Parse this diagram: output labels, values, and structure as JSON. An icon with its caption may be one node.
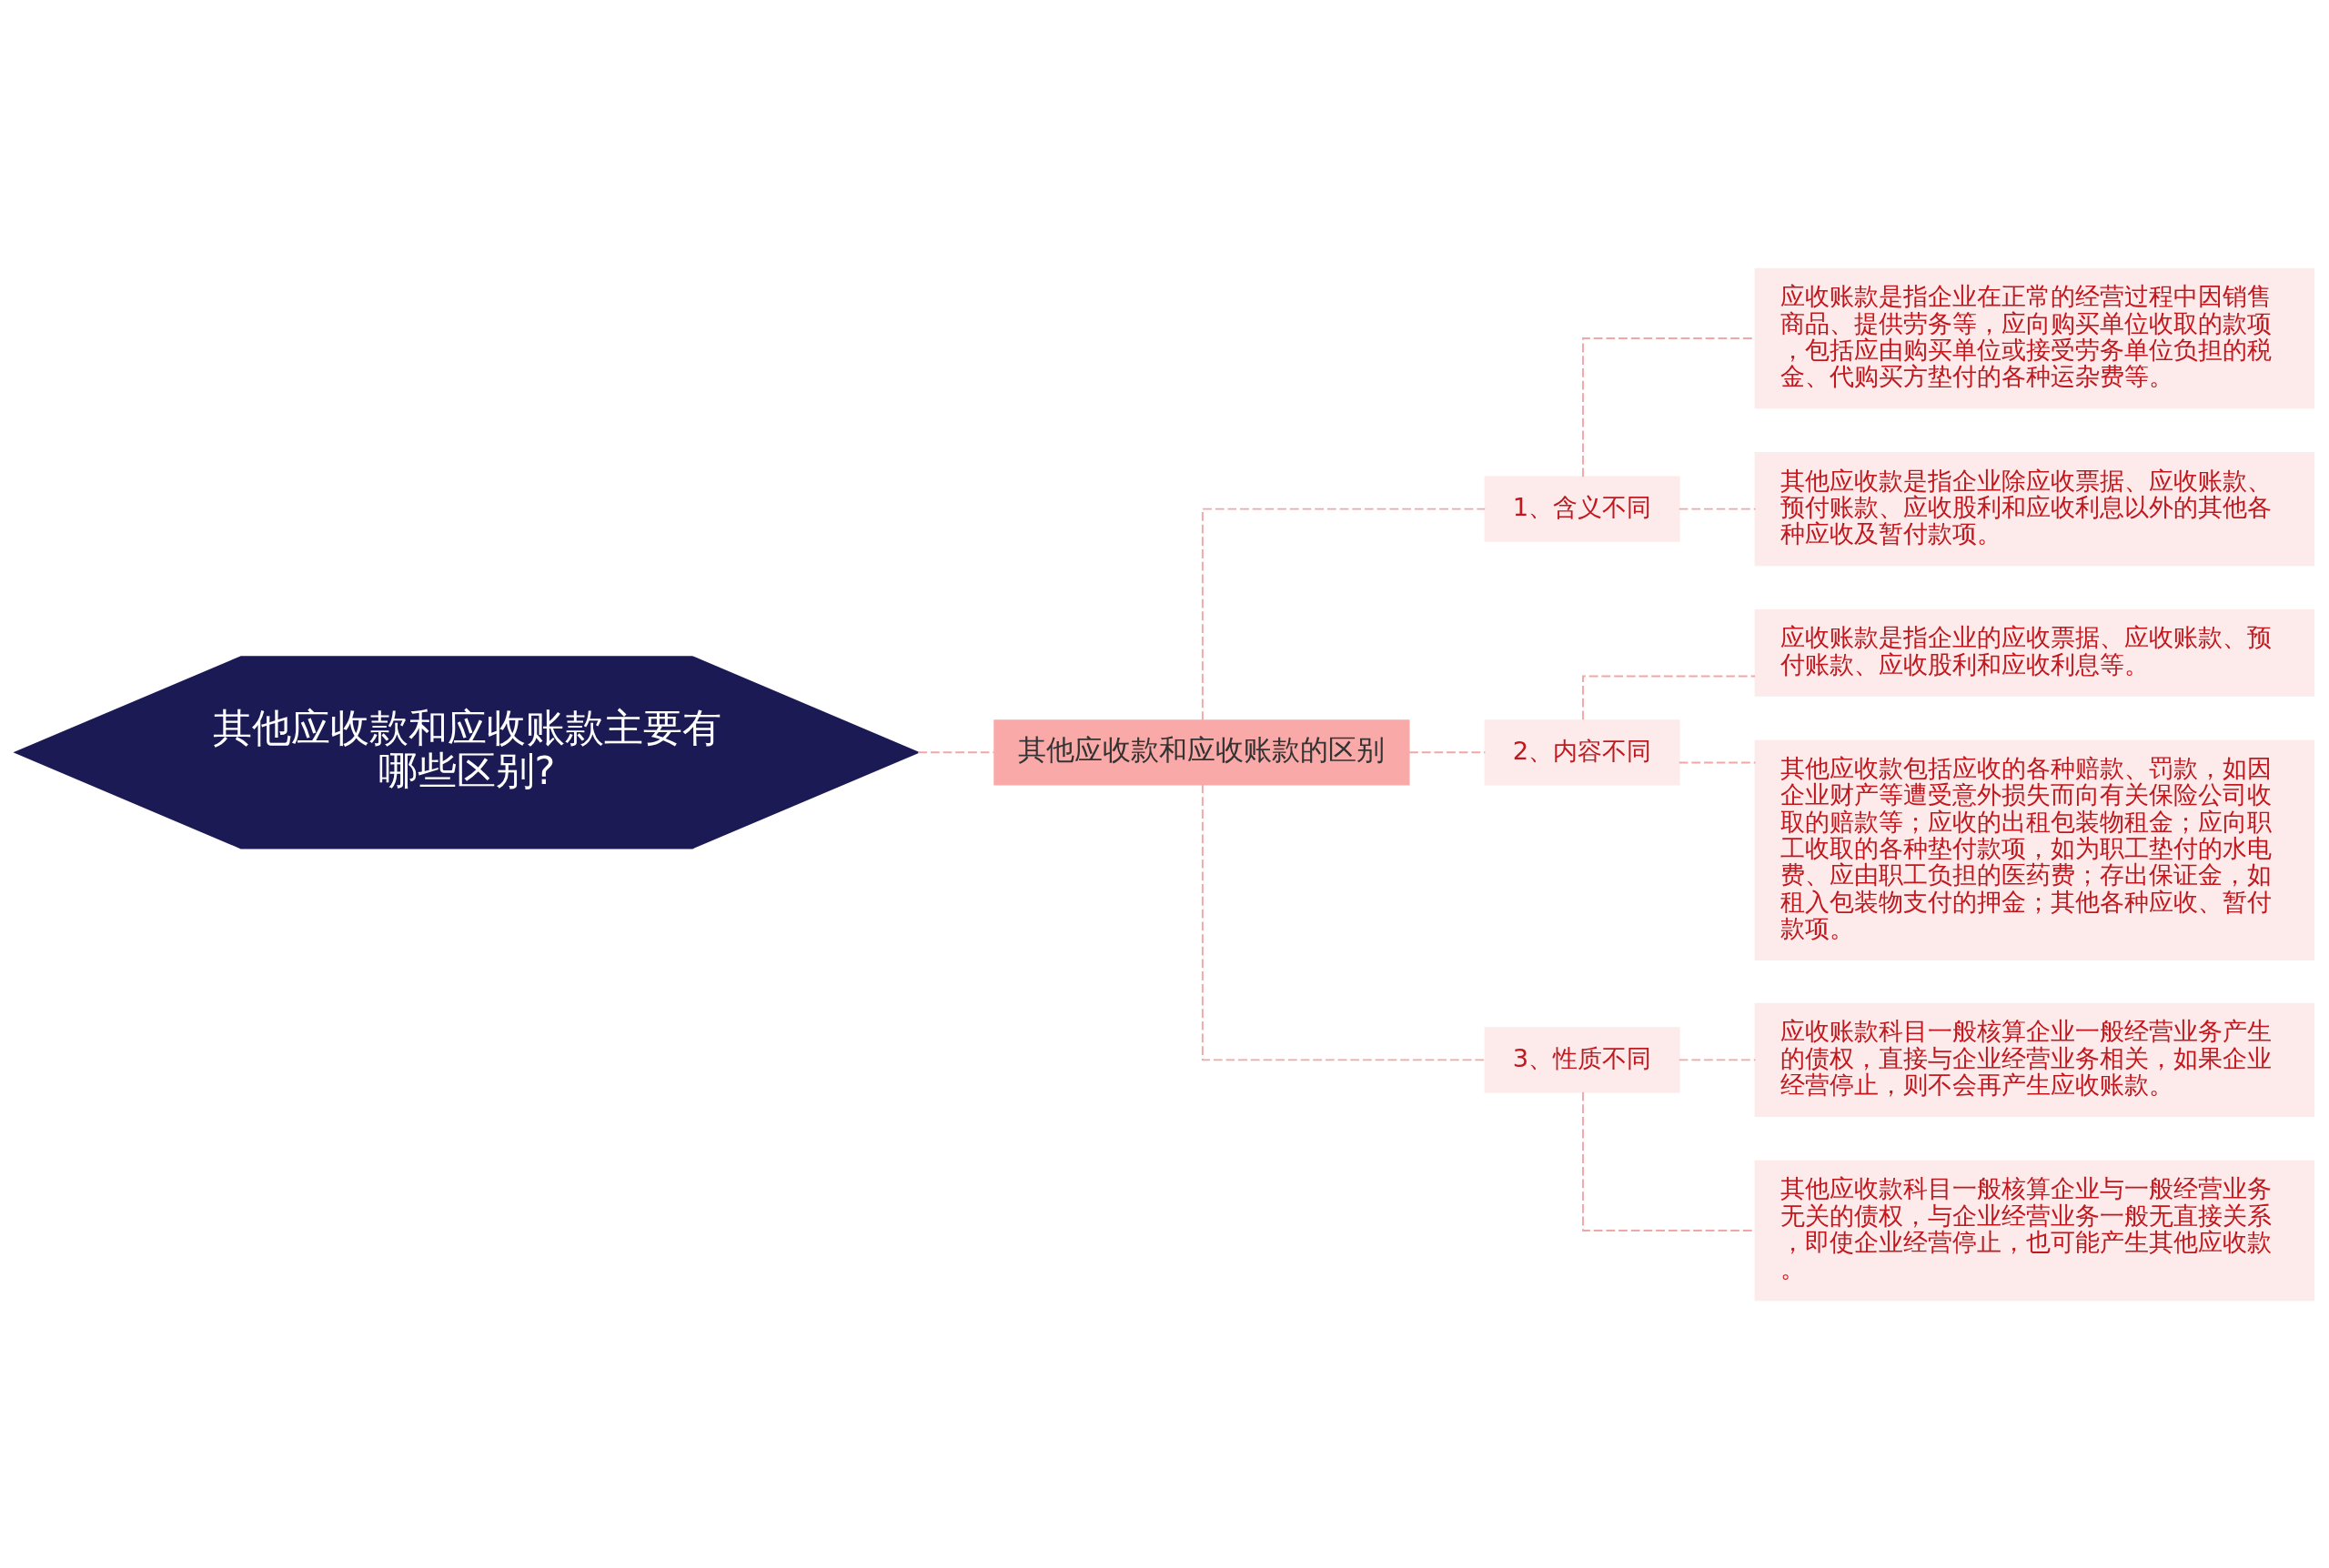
{
  "diagram": {
    "nodes": [
      {
        "text": [
          "其他应收款和应收账款主要有哪些区别?"
        ]
      },
      {
        "text": [
          "其他应收款和应收账款的区别"
        ]
      },
      {
        "text": [
          "1、含义不同"
        ]
      },
      {
        "text": [
          "应收账款是指企业在正常的经营过程中因销售商品、提供劳务等，应向购买单位收取的款项，包括应由购买单位或接受劳务单位负担的税金、代购买方垫付的各种运杂费等。"
        ]
      },
      {
        "text": [
          "其他应收款是指企业除应收票据、应收账款、预付账款、应收股利和应收利息以外的其他各种应收及暂付款项。"
        ]
      },
      {
        "text": [
          "2、内容不同"
        ]
      },
      {
        "text": [
          "应收账款是指企业的应收票据、应收账款、预付账款、应收股利和应收利息等。"
        ]
      },
      {
        "text": [
          "其他应收款包括应收的各种赔款、罚款，如因企业财产等遭受意外损失而向有关保险公司收取的赔款等；应收的出租包装物租金；应向职工收取的各种垫付款项，如为职工垫付的水电费、应由职工负担的医药费；存出保证金，如租入包装物支付的押金；其他各种应收、暂付款项。"
        ]
      },
      {
        "text": [
          "3、性质不同"
        ]
      },
      {
        "text": [
          "应收账款科目一般核算企业一般经营业务产生的债权，直接与企业经营业务相关，如果企业经营停止，则不会再产生应收账款。"
        ]
      },
      {
        "text": [
          "其他应收款科目一般核算企业与一般经营业务无关的债权，与企业经营业务一般无直接关系，即使企业经营停止，也可能产生其他应收款。"
        ]
      }
    ],
    "edges": [
      {
        "from": 0,
        "to": 1,
        "arrow": "none",
        "style": "dashed"
      },
      {
        "from": 1,
        "to": 2,
        "arrow": "none",
        "style": "dashed"
      },
      {
        "from": 1,
        "to": 5,
        "arrow": "none",
        "style": "dashed"
      },
      {
        "from": 1,
        "to": 8,
        "arrow": "none",
        "style": "dashed"
      },
      {
        "from": 2,
        "to": 3,
        "arrow": "none",
        "style": "dashed"
      },
      {
        "from": 2,
        "to": 4,
        "arrow": "none",
        "style": "dashed"
      },
      {
        "from": 5,
        "to": 6,
        "arrow": "none",
        "style": "dashed"
      },
      {
        "from": 5,
        "to": 7,
        "arrow": "none",
        "style": "dashed"
      },
      {
        "from": 8,
        "to": 9,
        "arrow": "none",
        "style": "dashed"
      },
      {
        "from": 8,
        "to": 10,
        "arrow": "none",
        "style": "dashed"
      }
    ]
  }
}
